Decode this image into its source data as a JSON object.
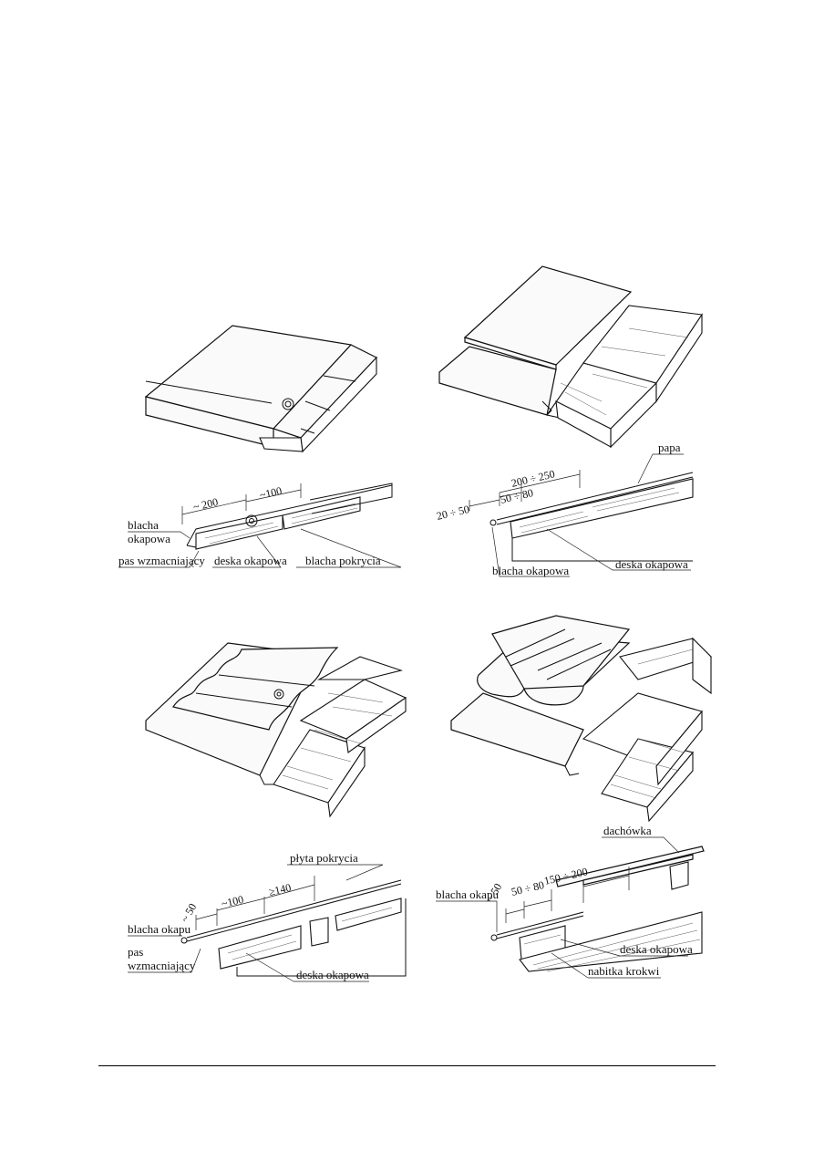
{
  "figures": [
    {
      "id": "a",
      "dims": [
        "~ 200",
        "~100"
      ],
      "labels": [
        "blacha",
        "okapowa",
        "pas wzmacniający",
        "deska okapowa",
        "blacha pokrycia"
      ]
    },
    {
      "id": "b",
      "dims": [
        "200 ÷ 250",
        "50 ÷ 80",
        "20 ÷ 50"
      ],
      "labels": [
        "papa",
        "blacha okapowa",
        "deska okapowa"
      ]
    },
    {
      "id": "c",
      "dims": [
        "~ 50",
        "~100",
        "≥140"
      ],
      "labels": [
        "płyta pokrycia",
        "blacha okapu",
        "pas",
        "wzmacniający",
        "deska okapowa"
      ]
    },
    {
      "id": "d",
      "dims": [
        "~ 50",
        "50 ÷ 80",
        "150 ÷ 200"
      ],
      "labels": [
        "dachówka",
        "blacha okapu",
        "deska okapowa",
        "nabitka krokwi"
      ]
    }
  ]
}
